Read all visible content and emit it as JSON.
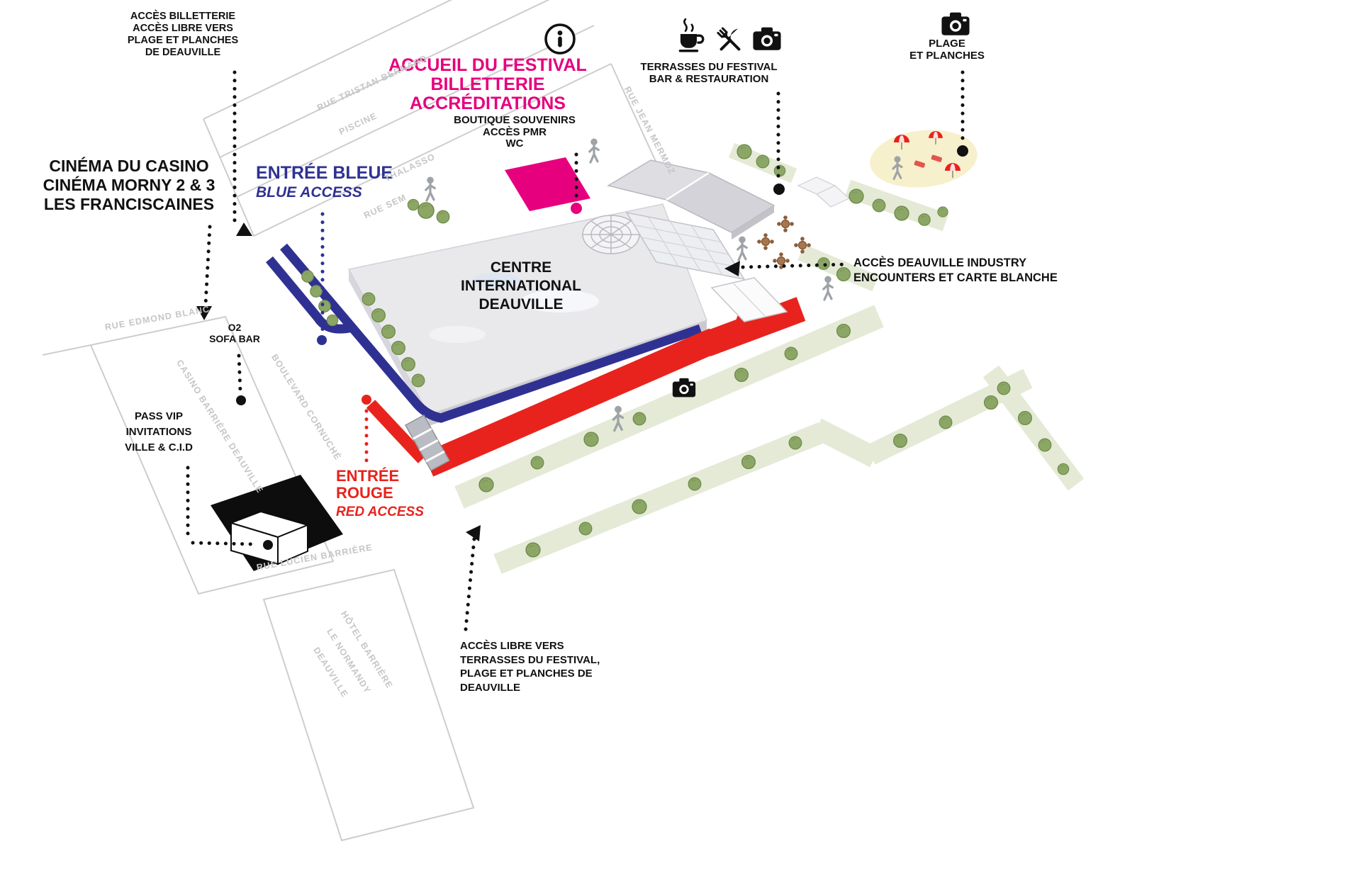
{
  "colors": {
    "pink": "#E6007E",
    "blue": "#2F3192",
    "red": "#E8231D",
    "ink": "#111111",
    "street_gray": "#C6C6C6",
    "bush_green": "#8CA765",
    "walkway_green": "#E4EAD6",
    "building_gray": "#E9E9EC",
    "beach_sand": "#F7F0CC"
  },
  "labels": {
    "acces_billetterie": {
      "lines": [
        "ACCÈS BILLETTERIE",
        "ACCÈS LIBRE VERS",
        "PLAGE ET PLANCHES",
        "DE DEAUVILLE"
      ]
    },
    "cinema": {
      "lines": [
        "CINÉMA DU CASINO",
        "CINÉMA MORNY 2 & 3",
        "LES FRANCISCAINES"
      ]
    },
    "accueil": {
      "lines": [
        "ACCUEIL DU FESTIVAL",
        "BILLETTERIE",
        "ACCRÉDITATIONS"
      ]
    },
    "accueil_services": {
      "lines": [
        "BOUTIQUE SOUVENIRS",
        "ACCÈS PMR",
        "WC"
      ]
    },
    "terrasses": {
      "lines": [
        "TERRASSES DU FESTIVAL",
        "BAR & RESTAURATION"
      ]
    },
    "plage": {
      "lines": [
        "PLAGE",
        "ET PLANCHES"
      ]
    },
    "entree_bleue": {
      "title": "ENTRÉE BLEUE",
      "subtitle": "BLUE ACCESS"
    },
    "entree_rouge": {
      "lines": [
        "ENTRÉE",
        "ROUGE"
      ],
      "subtitle": "RED ACCESS"
    },
    "cid": {
      "lines": [
        "CENTRE",
        "INTERNATIONAL",
        "DEAUVILLE"
      ]
    },
    "industry": {
      "lines": [
        "ACCÈS DEAUVILLE INDUSTRY",
        "ENCOUNTERS ET CARTE BLANCHE"
      ]
    },
    "o2_sofa": {
      "lines": [
        "O2",
        "SOFA BAR"
      ]
    },
    "pass_vip": {
      "lines": [
        "PASS VIP",
        "INVITATIONS",
        "VILLE & C.I.D"
      ]
    },
    "acces_libre_terrasses": {
      "lines": [
        "ACCÈS LIBRE VERS",
        "TERRASSES DU FESTIVAL,",
        "PLAGE ET PLANCHES DE",
        "DEAUVILLE"
      ]
    }
  },
  "streets": {
    "tristan_bernard": "RUE TRISTAN BERNARD",
    "piscine": "PISCINE",
    "thalasso": "THALASSO",
    "sem": "RUE SEM",
    "jean_mermoz": "RUE JEAN MERMOZ",
    "edmond_blanc": "RUE EDMOND BLANC",
    "casino_barriere": "CASINO BARRIÈRE DEAUVILLE",
    "cornuche": "BOULEVARD CORNUCHÉ",
    "lucien_barriere": "RUE LUCIEN BARRIÈRE",
    "hotel": {
      "lines": [
        "HÔTEL BARRIÈRE",
        "LE NORMANDY",
        "DEAUVILLE"
      ]
    }
  },
  "icons": {
    "accueil_icon": "info-icon",
    "terrasses_icons": [
      "coffee-icon",
      "fork-knife-icon",
      "camera-icon"
    ],
    "plage_icon": "camera-icon",
    "photo_spot_icon": "camera-icon"
  }
}
